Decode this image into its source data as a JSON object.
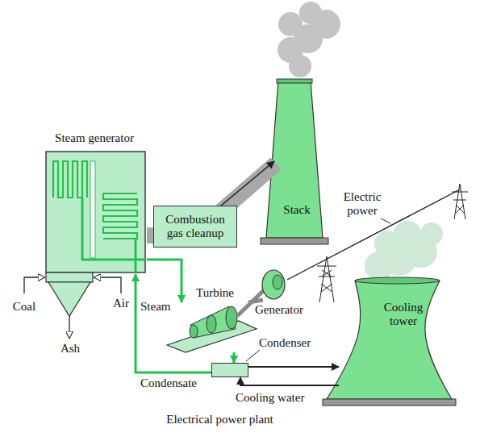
{
  "diagram": {
    "caption": "Electrical power plant",
    "nodes": [
      {
        "text": [
          "Steam generator"
        ]
      },
      {
        "text": [
          "Combustion gas cleanup"
        ]
      },
      {
        "text": [
          "Stack"
        ]
      },
      {
        "text": [
          "Turbine"
        ]
      },
      {
        "text": [
          "Generator"
        ]
      },
      {
        "text": [
          "Condenser"
        ]
      },
      {
        "text": [
          "Cooling tower"
        ]
      }
    ],
    "edges": [
      {
        "from": 0,
        "to": 1,
        "arrow": "none"
      },
      {
        "from": 1,
        "to": 2,
        "arrow": "to"
      },
      {
        "from": 0,
        "to": 3,
        "label": "Steam",
        "arrow": "to"
      },
      {
        "from": 3,
        "to": 4,
        "arrow": "none"
      },
      {
        "from": 3,
        "to": 5,
        "arrow": "to"
      },
      {
        "from": 5,
        "to": 0,
        "label": "Condensate",
        "arrow": "to"
      },
      {
        "from": 5,
        "to": 6,
        "arrow": "to"
      },
      {
        "from": 6,
        "to": 5,
        "label": "Cooling water",
        "arrow": "to"
      }
    ],
    "labels": [
      "Coal",
      "Air",
      "Ash",
      "Electric power"
    ]
  }
}
